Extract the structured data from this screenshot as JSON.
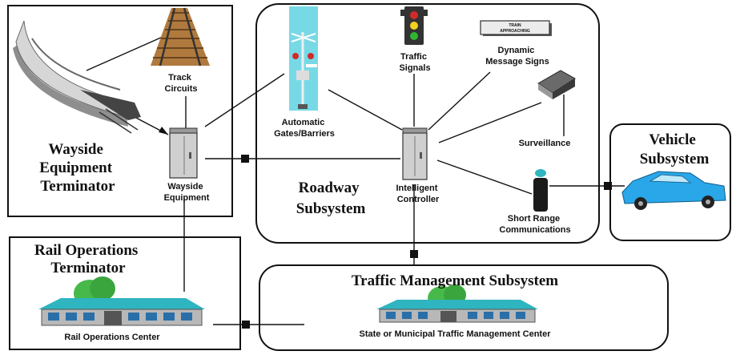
{
  "terminators": {
    "wayside": [
      "Wayside",
      "Equipment",
      "Terminator"
    ],
    "rail_ops": [
      "Rail Operations",
      "Terminator"
    ]
  },
  "subsystems": {
    "roadway": [
      "Roadway",
      "Subsystem"
    ],
    "vehicle": [
      "Vehicle",
      "Subsystem"
    ],
    "traffic_mgmt": "Traffic Management Subsystem"
  },
  "components": {
    "track_circuits": [
      "Track",
      "Circuits"
    ],
    "wayside_equipment": [
      "Wayside",
      "Equipment"
    ],
    "gates": [
      "Automatic",
      "Gates/Barriers"
    ],
    "traffic_signals": [
      "Traffic",
      "Signals"
    ],
    "dms": [
      "Dynamic",
      "Message Signs"
    ],
    "dms_sign_text": [
      "TRAIN",
      "APPROACHING"
    ],
    "surveillance": "Surveillance",
    "intelligent_controller": [
      "Intelligent",
      "Controller"
    ],
    "short_range_comm": [
      "Short Range",
      "Communications"
    ],
    "rail_ops_center": "Rail Operations Center",
    "tmc": "State or Municipal Traffic Management Center"
  },
  "colors": {
    "box_stroke": "#111111",
    "building_roof": "#2fb5c0",
    "building_wall": "#b8b8b8",
    "tree": "#47b94a",
    "car": "#2aa7e8",
    "gate_bg": "#78d9e6",
    "signal_green": "#2fb52f",
    "signal_yellow": "#f2d21f",
    "signal_red": "#d22a2a"
  }
}
